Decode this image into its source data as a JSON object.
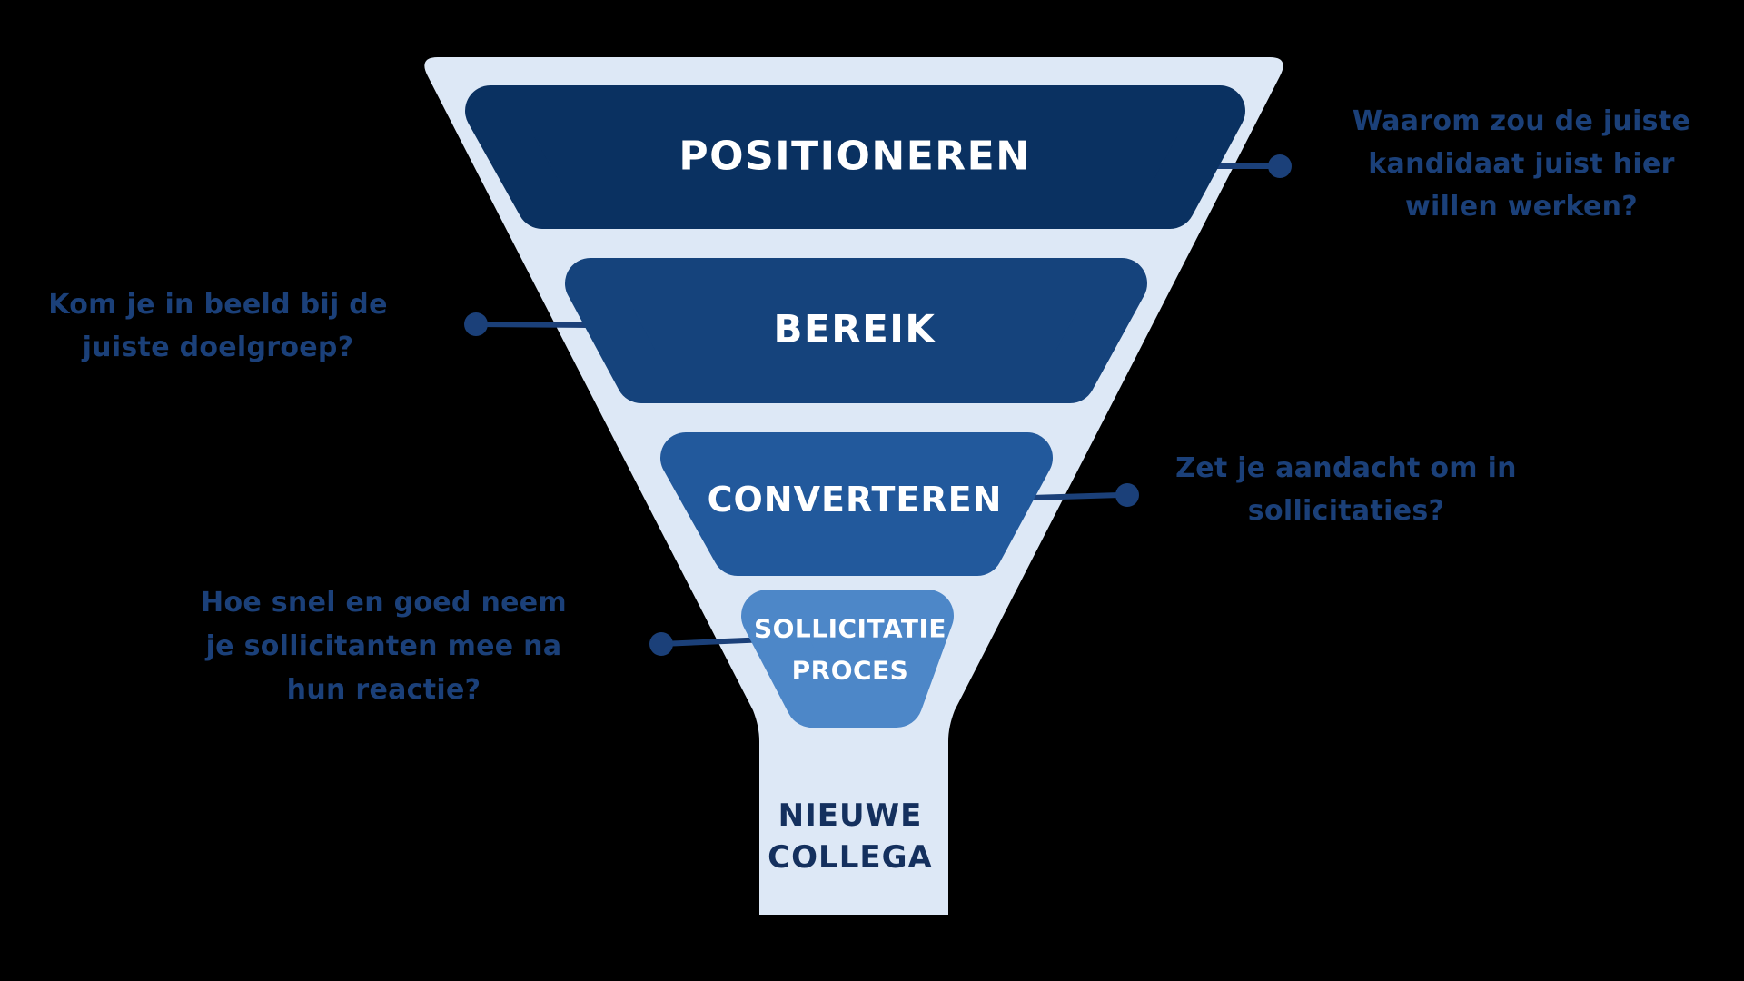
{
  "title": "Recruitment funnel diagram",
  "colors": {
    "background": "#000000",
    "funnel_body": "#dde8f6",
    "accent": "#1b4079",
    "tier_text": "#ffffff",
    "outcome_text": "#14305e"
  },
  "funnel": {
    "body_color": "#dde8f6",
    "tiers": [
      {
        "label": "POSITIONEREN",
        "lines": [
          "POSITIONEREN"
        ],
        "color": "#0a3161"
      },
      {
        "label": "BEREIK",
        "lines": [
          "BEREIK"
        ],
        "color": "#15437c"
      },
      {
        "label": "CONVERTEREN",
        "lines": [
          "CONVERTEREN"
        ],
        "color": "#22599c"
      },
      {
        "label": "SOLLICITATIE PROCES",
        "lines": [
          "SOLLICITATIE",
          "PROCES"
        ],
        "color": "#4d87c8"
      }
    ],
    "outcome": {
      "label": "NIEUWE COLLEGA",
      "lines": [
        "NIEUWE",
        "COLLEGA"
      ]
    }
  },
  "annotations": [
    {
      "side": "right",
      "target": "POSITIONEREN",
      "text": "Waarom zou de juiste kandidaat juist hier willen werken?",
      "lines": [
        "Waarom zou de juiste",
        "kandidaat juist hier",
        "willen werken?"
      ]
    },
    {
      "side": "left",
      "target": "BEREIK",
      "text": "Kom je in beeld bij de juiste doelgroep?",
      "lines": [
        "Kom je in beeld bij de",
        "juiste doelgroep?"
      ]
    },
    {
      "side": "right",
      "target": "CONVERTEREN",
      "text": "Zet je aandacht om in sollicitaties?",
      "lines": [
        "Zet je aandacht om in",
        "sollicitaties?"
      ]
    },
    {
      "side": "left",
      "target": "SOLLICITATIE PROCES",
      "text": "Hoe snel en goed neem je sollicitanten mee na hun reactie?",
      "lines": [
        "Hoe snel en goed neem",
        "je sollicitanten mee na",
        "hun reactie?"
      ]
    }
  ]
}
